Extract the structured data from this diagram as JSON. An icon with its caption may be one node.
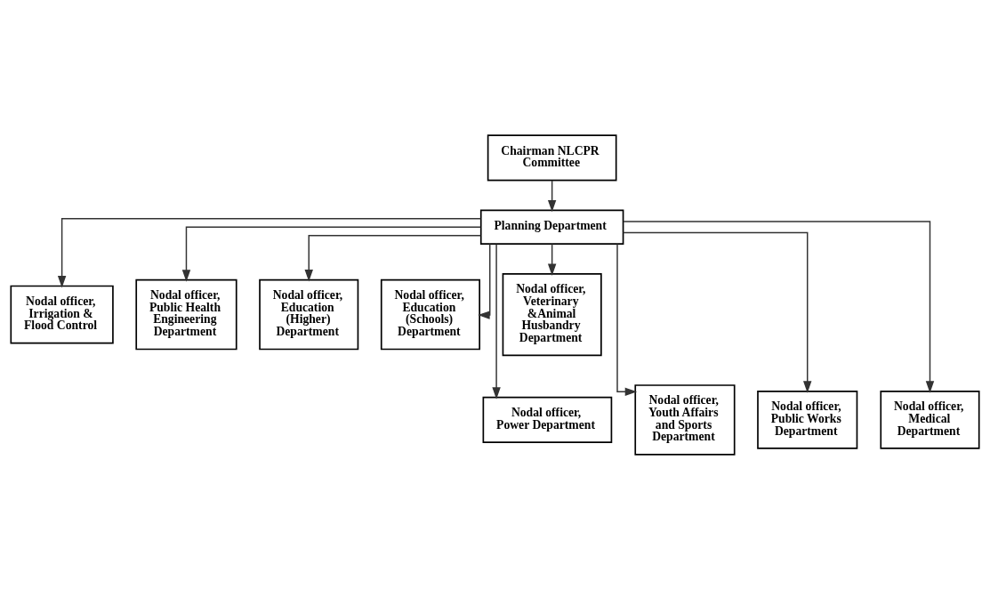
{
  "diagram": {
    "nodes": [
      {
        "text": [
          "Chairman NLCPR Committee"
        ]
      },
      {
        "text": [
          "Planning Department"
        ]
      },
      {
        "text": [
          "Nodal officer, Irrigation & Flood Control"
        ]
      },
      {
        "text": [
          "Nodal officer, Public Health Engineering Department"
        ]
      },
      {
        "text": [
          "Nodal officer, Education (Higher) Department"
        ]
      },
      {
        "text": [
          "Nodal officer, Education (Schools) Department"
        ]
      },
      {
        "text": [
          "Nodal officer, Veterinary &Animal Husbandry Department"
        ]
      },
      {
        "text": [
          "Nodal officer, Power Department"
        ]
      },
      {
        "text": [
          "Nodal officer, Youth Affairs and Sports Department"
        ]
      },
      {
        "text": [
          "Nodal officer, Public Works Department"
        ]
      },
      {
        "text": [
          "Nodal officer, Medical Department"
        ]
      }
    ],
    "edges": [
      {
        "from": 0,
        "to": 1,
        "arrow": "to"
      },
      {
        "from": 1,
        "to": 2,
        "arrow": "to"
      },
      {
        "from": 1,
        "to": 3,
        "arrow": "to"
      },
      {
        "from": 1,
        "to": 4,
        "arrow": "to"
      },
      {
        "from": 1,
        "to": 5,
        "arrow": "to"
      },
      {
        "from": 1,
        "to": 6,
        "arrow": "to"
      },
      {
        "from": 1,
        "to": 7,
        "arrow": "to"
      },
      {
        "from": 1,
        "to": 8,
        "arrow": "to"
      },
      {
        "from": 1,
        "to": 9,
        "arrow": "to"
      },
      {
        "from": 1,
        "to": 10,
        "arrow": "to"
      }
    ]
  }
}
